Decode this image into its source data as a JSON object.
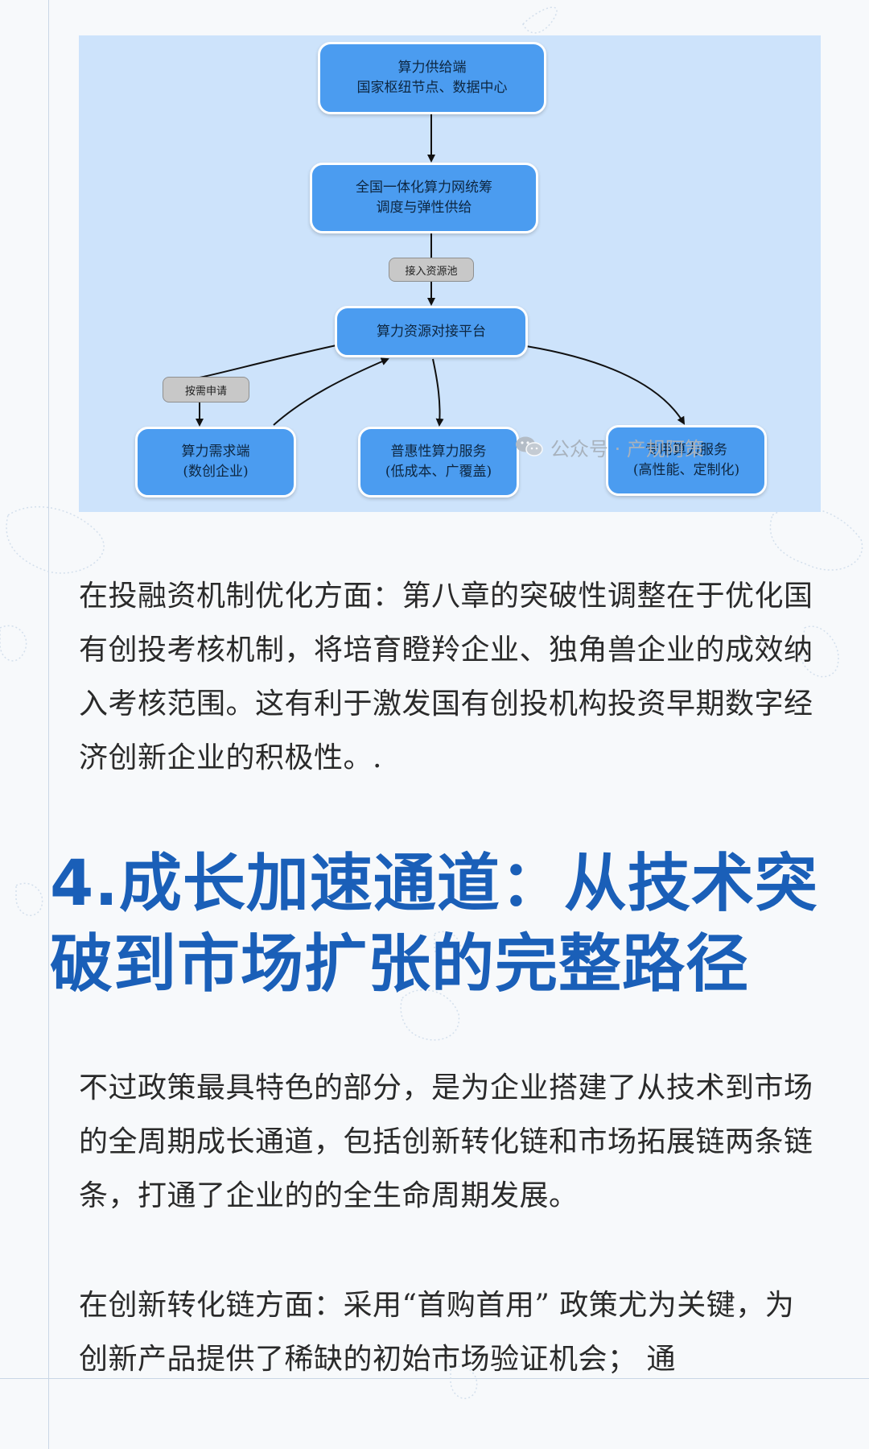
{
  "diagram": {
    "nodes": {
      "supply_line1": "算力供给端",
      "supply_line2": "国家枢纽节点、数据中心",
      "network_line1": "全国一体化算力网统筹",
      "network_line2": "调度与弹性供给",
      "platform": "算力资源对接平台",
      "demand_line1": "算力需求端",
      "demand_line2": "(数创企业)",
      "inclusive_line1": "普惠性算力服务",
      "inclusive_line2": "(低成本、广覆盖)",
      "dedicated_line1": "专用算力服务",
      "dedicated_line2": "(高性能、定制化)"
    },
    "edge_labels": {
      "pool": "接入资源池",
      "on_demand": "按需申请"
    },
    "colors": {
      "background": "#cde3fb",
      "node_fill": "#4b9cf0",
      "node_border": "#ffffff",
      "edge_label_fill": "#c8c8c8"
    }
  },
  "watermark": {
    "icon": "wechat-icon",
    "text": "公众号 · 产规阿策"
  },
  "content": {
    "para1": "在投融资机制优化方面：第八章的突破性调整在于优化国有创投考核机制，将培育瞪羚企业、独角兽企业的成效纳入考核范围。这有利于激发国有创投机构投资早期数字经济创新企业的积极性。.",
    "heading": "4.成长加速通道：从技术突破到市场扩张的完整路径",
    "para2": "不过政策最具特色的部分，是为企业搭建了从技术到市场的全周期成长通道，包括创新转化链和市场拓展链两条链条，打通了企业的的全生命周期发展。",
    "para3": "在创新转化链方面：采用“首购首用” 政策尤为关键，为创新产品提供了稀缺的初始市场验证机会； 通"
  },
  "theme": {
    "heading_color": "#1a5fb8",
    "text_color": "#2a2a2a",
    "page_background": "#f7f9fb"
  }
}
